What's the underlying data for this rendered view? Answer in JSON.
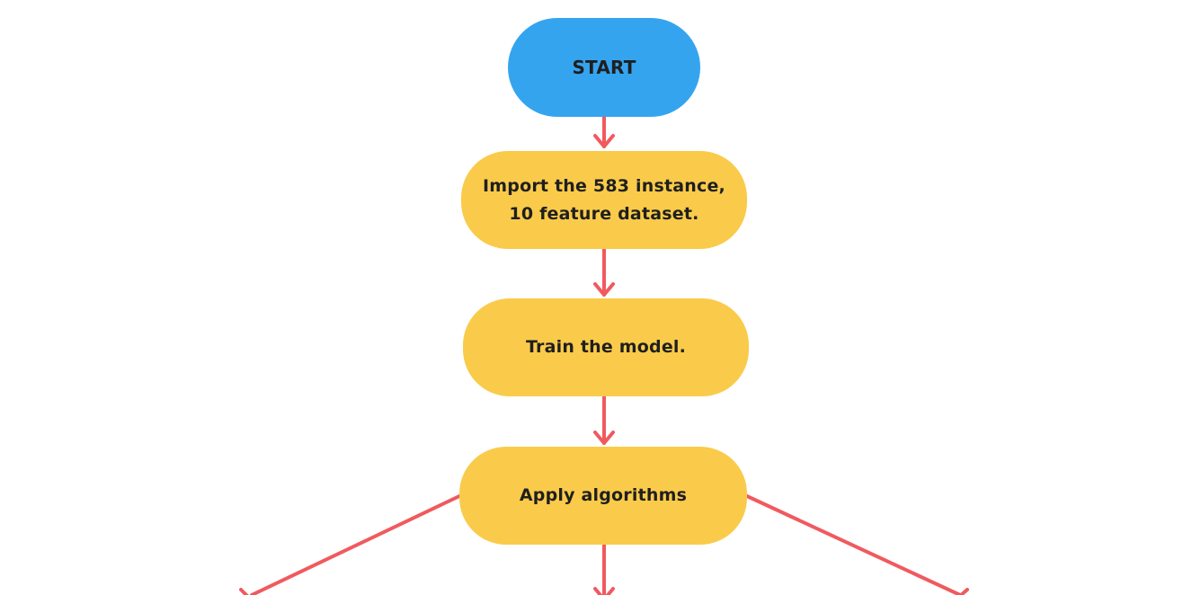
{
  "colors": {
    "start_fill": "#35a4ef",
    "process_fill": "#facb4a",
    "arrow": "#f05a5f",
    "text": "#1f1f1f",
    "background": "#ffffff"
  },
  "flowchart": {
    "nodes": {
      "start": {
        "label": "START",
        "shape": "stadium"
      },
      "import": {
        "label": "Import the 583 instance, 10 feature dataset.",
        "shape": "rounded-rectangle"
      },
      "train": {
        "label": "Train the model.",
        "shape": "rounded-rectangle"
      },
      "apply": {
        "label": "Apply algorithms",
        "shape": "rounded-rectangle"
      }
    },
    "edges": [
      {
        "from": "start",
        "to": "import"
      },
      {
        "from": "import",
        "to": "train"
      },
      {
        "from": "train",
        "to": "apply"
      },
      {
        "from": "apply",
        "to": "offscreen-left"
      },
      {
        "from": "apply",
        "to": "offscreen-center"
      },
      {
        "from": "apply",
        "to": "offscreen-right"
      }
    ]
  }
}
